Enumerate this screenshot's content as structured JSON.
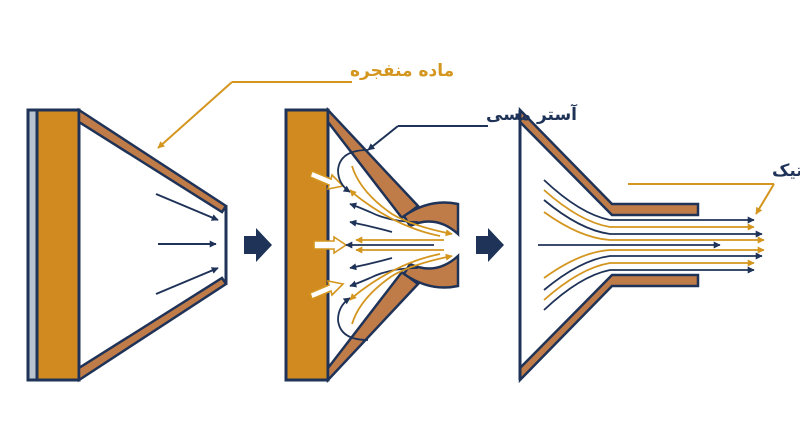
{
  "labels": {
    "explosive": "ماده منفجره",
    "copper_liner": "آستر مسی",
    "supersonic_jet": "جت سوپرپلاستیک"
  },
  "colors": {
    "navy": "#1f3358",
    "gold": "#d4961f",
    "charge": "#d08a20",
    "copper": "#c07c48",
    "plate": "#b9c3d0",
    "background": "#ffffff"
  }
}
